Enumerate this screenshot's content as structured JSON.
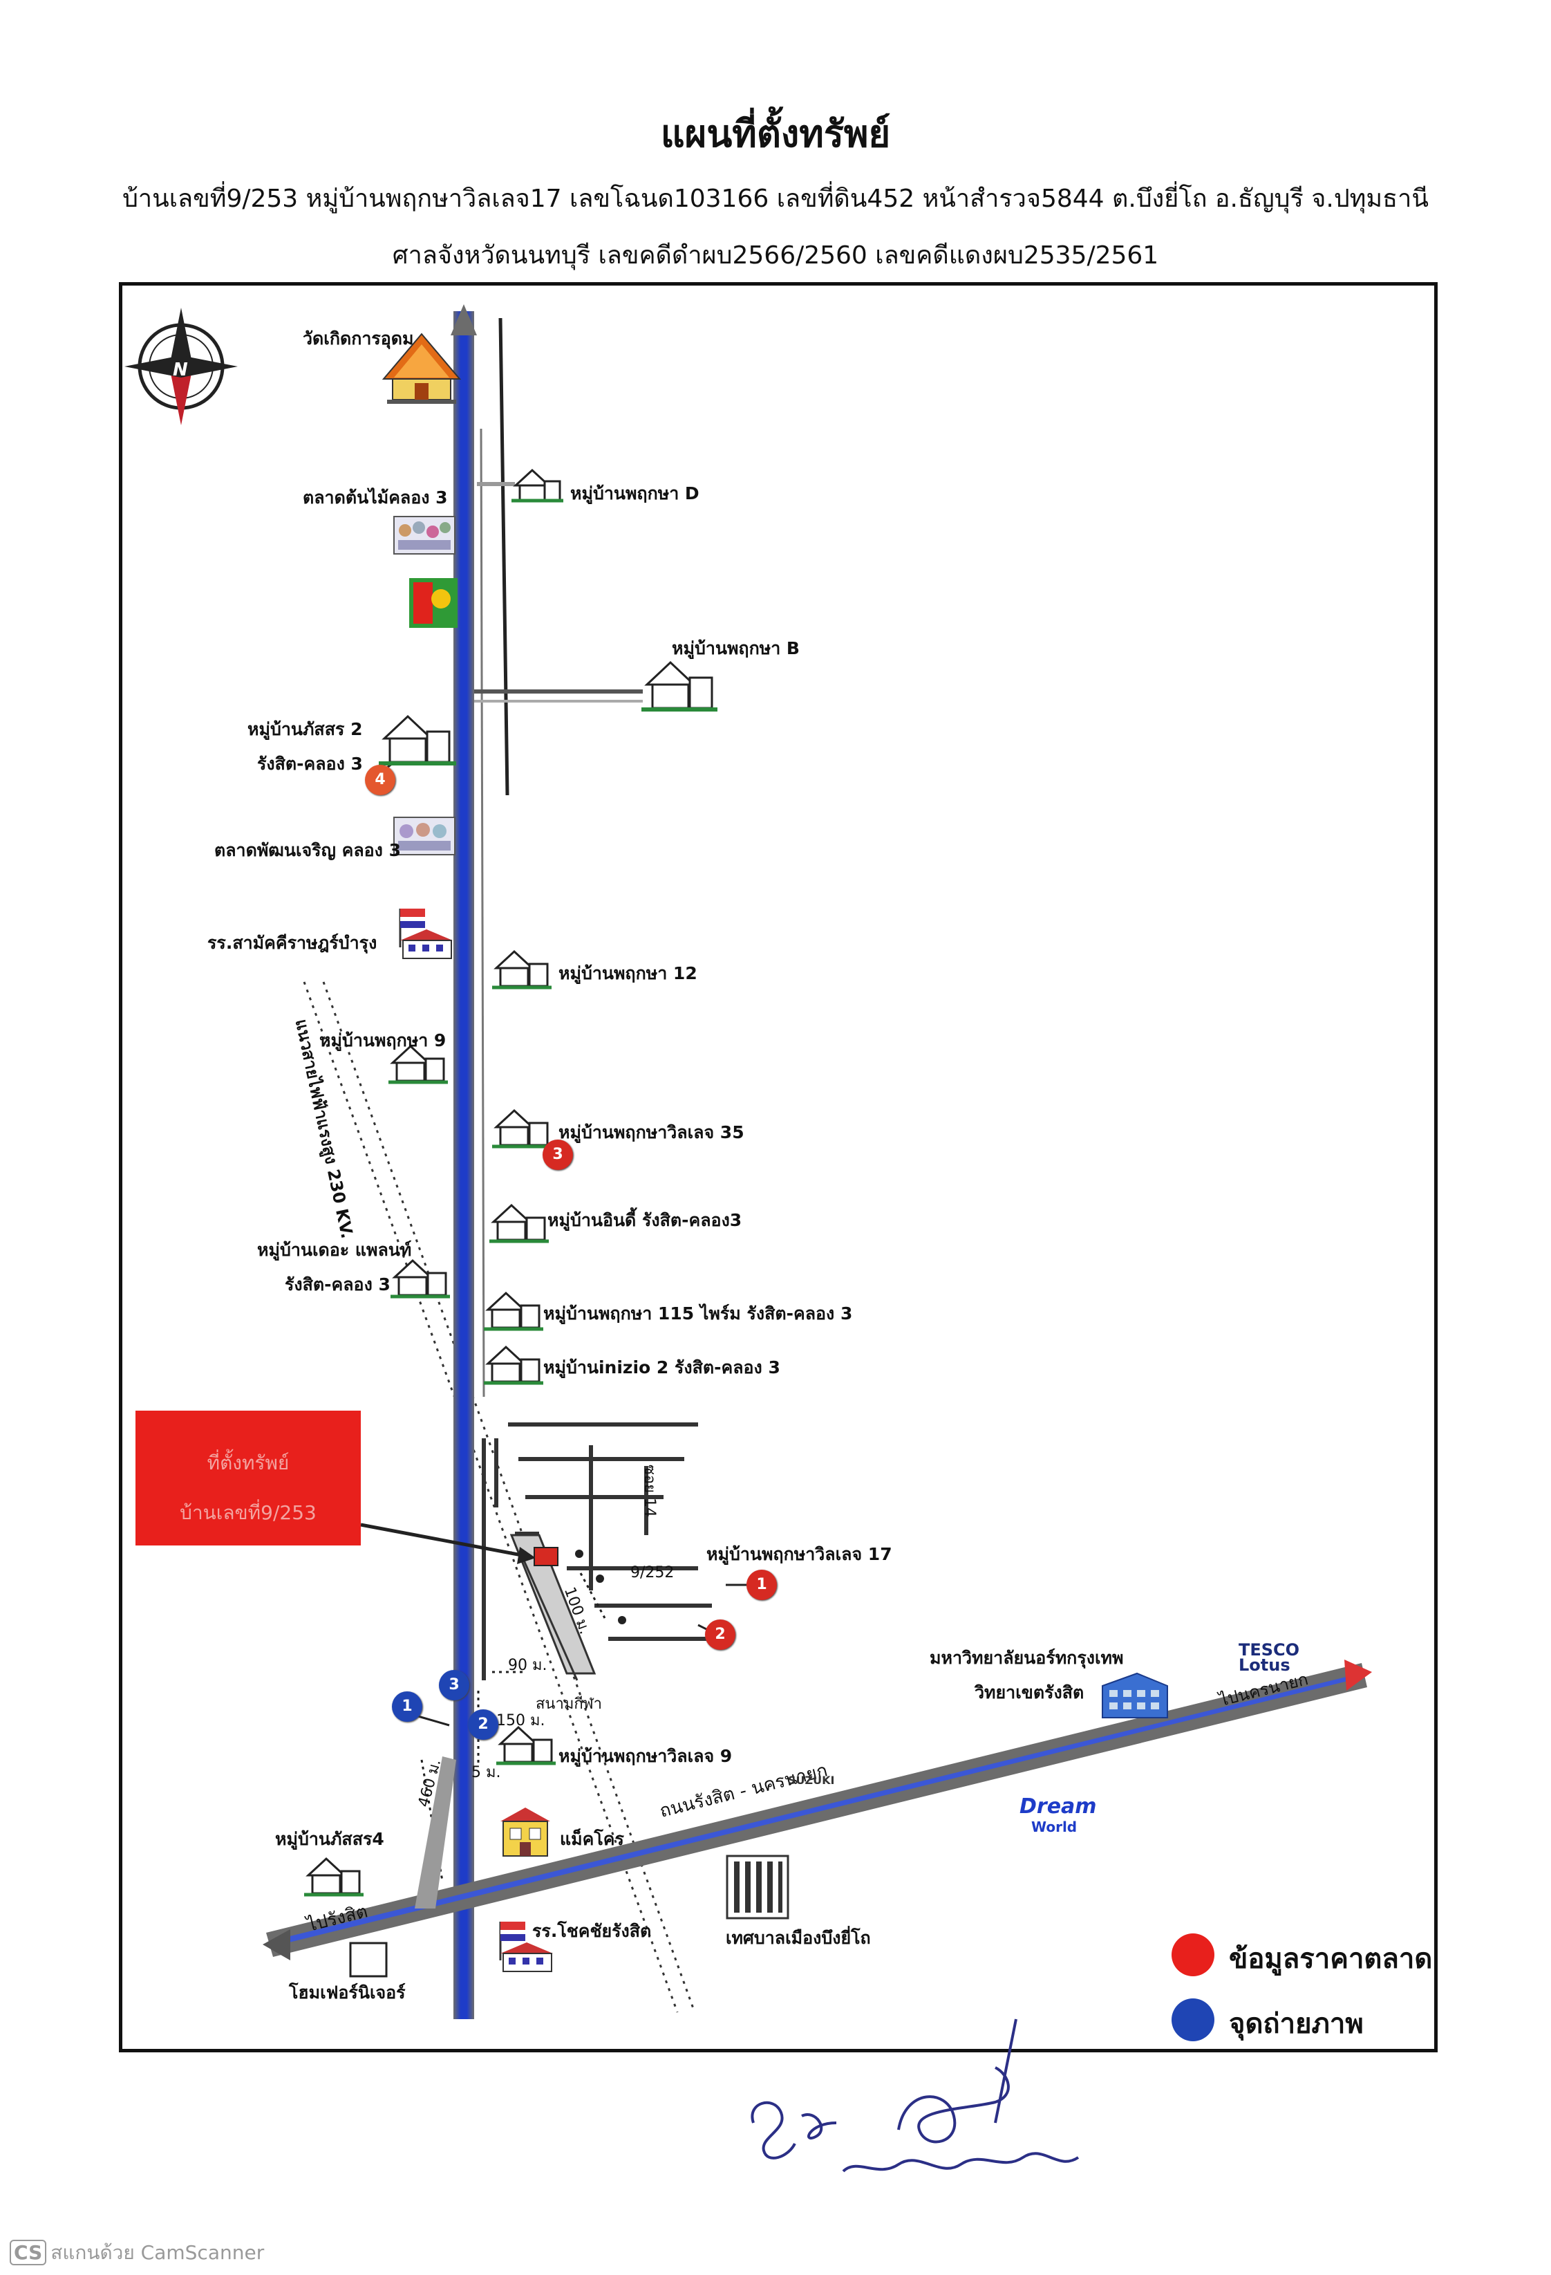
{
  "header": {
    "title": "แผนที่ตั้งทรัพย์",
    "line1": "บ้านเลขที่9/253  หมู่บ้านพฤกษาวิลเลจ17 เลขโฉนด103166 เลขที่ดิน452 หน้าสำรวจ5844 ต.บึงยี่โถ อ.ธัญบุรี จ.ปทุมธานี",
    "line2": "ศาลจังหวัดนนทบุรี เลขคดีดำผบ2566/2560 เลขคดีแดงผบ2535/2561"
  },
  "compass": {
    "letter": "N"
  },
  "places": {
    "temple": "วัดเกิดการอุดม",
    "flower_market": "ตลาดต้นไม้คลอง 3",
    "pruksa_d": "หมู่บ้านพฤกษา D",
    "pruksa_b": "หมู่บ้านพฤกษา B",
    "pattara2_l1": "หมู่บ้านภัสสร 2",
    "pattara2_l2": "รังสิต-คลอง 3",
    "pattanacharoen_market": "ตลาดพัฒนเจริญ คลอง 3",
    "school_top": "รร.สามัคคีราษฎร์บำรุง",
    "pruksa12": "หมู่บ้านพฤกษา 12",
    "pruksa9": "หมู่บ้านพฤกษา 9",
    "powerline": "แนวสายไฟฟ้าแรงสูง 230 KV.",
    "pruksa_village35": "หมู่บ้านพฤกษาวิลเลจ 35",
    "indy": "หมู่บ้านอินดี้ รังสิต-คลอง3",
    "theplant_l1": "หมู่บ้านเดอะ แพลนท์",
    "theplant_l2": "รังสิต-คลอง 3",
    "pruksa115": "หมู่บ้านพฤกษา 115 ไพร์ม รังสิต-คลอง 3",
    "inizio2": "หมู่บ้านinizio 2 รังสิต-คลอง 3",
    "pruksa_village17": "หมู่บ้านพฤกษาวิลเลจ 17",
    "pruksa_village9": "หมู่บ้านพฤกษาวิลเลจ 9",
    "university_l1": "มหาวิทยาลัยนอร์ทกรุงเทพ",
    "university_l2": "วิทยาเขตรังสิต",
    "pattara4": "หมู่บ้านภัสสร4",
    "makro": "แม็คโคร",
    "municipality": "เทศบาลเมืองบึงยี่โถ",
    "school_bottom": "รร.โชคชัยรังสิต",
    "homepro": "โฮมเฟอร์นิเจอร์",
    "sport_field": "สนามกีฬา"
  },
  "roads": {
    "main_road": "ถนนรังสิต - นครนายก",
    "to_rangsit": "ไปรังสิต",
    "to_nakhon": "ไปนครนายก",
    "soi_name": "ซอย 14"
  },
  "distances": {
    "d100": "100 ม.",
    "d90": "90 ม.",
    "d150": "150 ม.",
    "d5": "5 ม.",
    "d460": "460 ม."
  },
  "neighbor_lot": "9/252",
  "subject_box": {
    "line1": "ที่ตั้งทรัพย์",
    "line2": "บ้านเลขที่9/253"
  },
  "brands": {
    "tesco_l1": "TESCO",
    "tesco_l2": "Lotus",
    "suzuki": "SUZUKI",
    "dream": "Dream",
    "dream_world": "World"
  },
  "markers": {
    "price": [
      "1",
      "2",
      "3",
      "4"
    ],
    "photo": [
      "1",
      "2",
      "3"
    ]
  },
  "legend": {
    "price": "ข้อมูลราคาตลาด",
    "photo": "จุดถ่ายภาพ"
  },
  "colors": {
    "road_blue": "#1e3cc8",
    "road_gray": "#6f6f6f",
    "price_marker": "#d62a22",
    "photo_marker": "#1f45b4",
    "subject_box": "#e8201c"
  },
  "footer": {
    "scanner_badge": "CS",
    "scanner_text": "สแกนด้วย CamScanner"
  }
}
